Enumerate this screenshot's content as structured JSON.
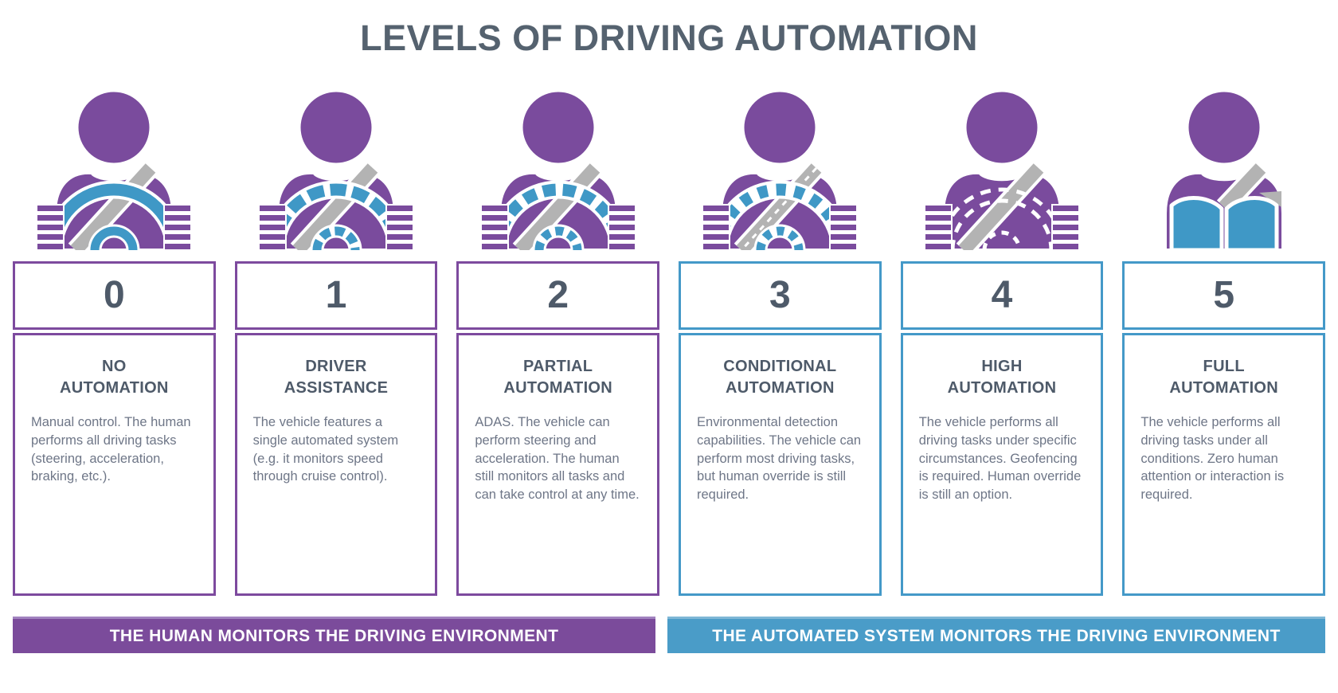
{
  "title": "LEVELS OF DRIVING AUTOMATION",
  "colors": {
    "purple": "#7a4b9d",
    "card_border_purple": "#7d4a9e",
    "card_border_blue": "#4499c8",
    "wheel_blue": "#3f98c6",
    "seatbelt_gray": "#b3b3b3",
    "banner_purple": "#7b4b9b",
    "banner_blue": "#4a9cc8",
    "title_text": "#55626f",
    "heading_text": "#4e5a69",
    "body_text": "#6e7687"
  },
  "levels": [
    {
      "number": "0",
      "name": "NO\nAUTOMATION",
      "description": "Manual control. The human performs all driving tasks (steering, acceleration, braking, etc.).",
      "theme": "purple",
      "icon": "driver-hands-on-solid-wheel-icon"
    },
    {
      "number": "1",
      "name": "DRIVER\nASSISTANCE",
      "description": "The vehicle features a single automated system (e.g. it monitors speed through cruise control).",
      "theme": "purple",
      "icon": "driver-hands-on-dashed-wheel-icon"
    },
    {
      "number": "2",
      "name": "PARTIAL\nAUTOMATION",
      "description": "ADAS. The vehicle can perform steering and acceleration. The human still monitors all tasks and can take control at any time.",
      "theme": "purple",
      "icon": "driver-hands-on-dashed-wheel-icon"
    },
    {
      "number": "3",
      "name": "CONDITIONAL\nAUTOMATION",
      "description": "Environmental detection capabilities. The vehicle can perform most driving tasks, but human override is still required.",
      "theme": "blue",
      "icon": "driver-dashed-wheel-dashed-belt-icon"
    },
    {
      "number": "4",
      "name": "HIGH\nAUTOMATION",
      "description": "The vehicle performs all driving tasks under specific circumstances. Geofencing is required. Human override is still an option.",
      "theme": "blue",
      "icon": "driver-ghost-wheel-icon"
    },
    {
      "number": "5",
      "name": "FULL\nAUTOMATION",
      "description": "The vehicle performs all driving tasks under all conditions. Zero human attention or interaction is required.",
      "theme": "blue",
      "icon": "passenger-reading-book-icon"
    }
  ],
  "banners": {
    "human": {
      "label": "THE HUMAN MONITORS THE DRIVING ENVIRONMENT",
      "color": "#7b4b9b"
    },
    "automated": {
      "label": "THE AUTOMATED SYSTEM MONITORS THE DRIVING ENVIRONMENT",
      "color": "#4a9cc8"
    }
  }
}
